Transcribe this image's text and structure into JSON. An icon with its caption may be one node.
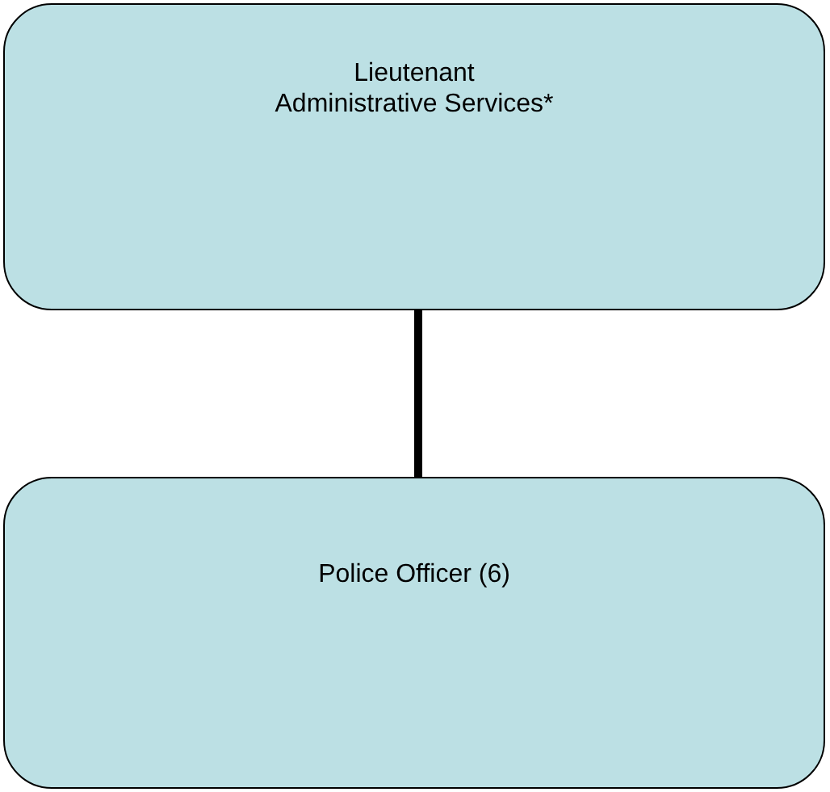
{
  "diagram": {
    "nodes": [
      {
        "text": [
          "Lieutenant Administrative Services*"
        ]
      },
      {
        "text": [
          "Police Officer (6)"
        ]
      }
    ],
    "edges": [
      {
        "from": 0,
        "to": 1,
        "arrow": "none"
      }
    ]
  }
}
